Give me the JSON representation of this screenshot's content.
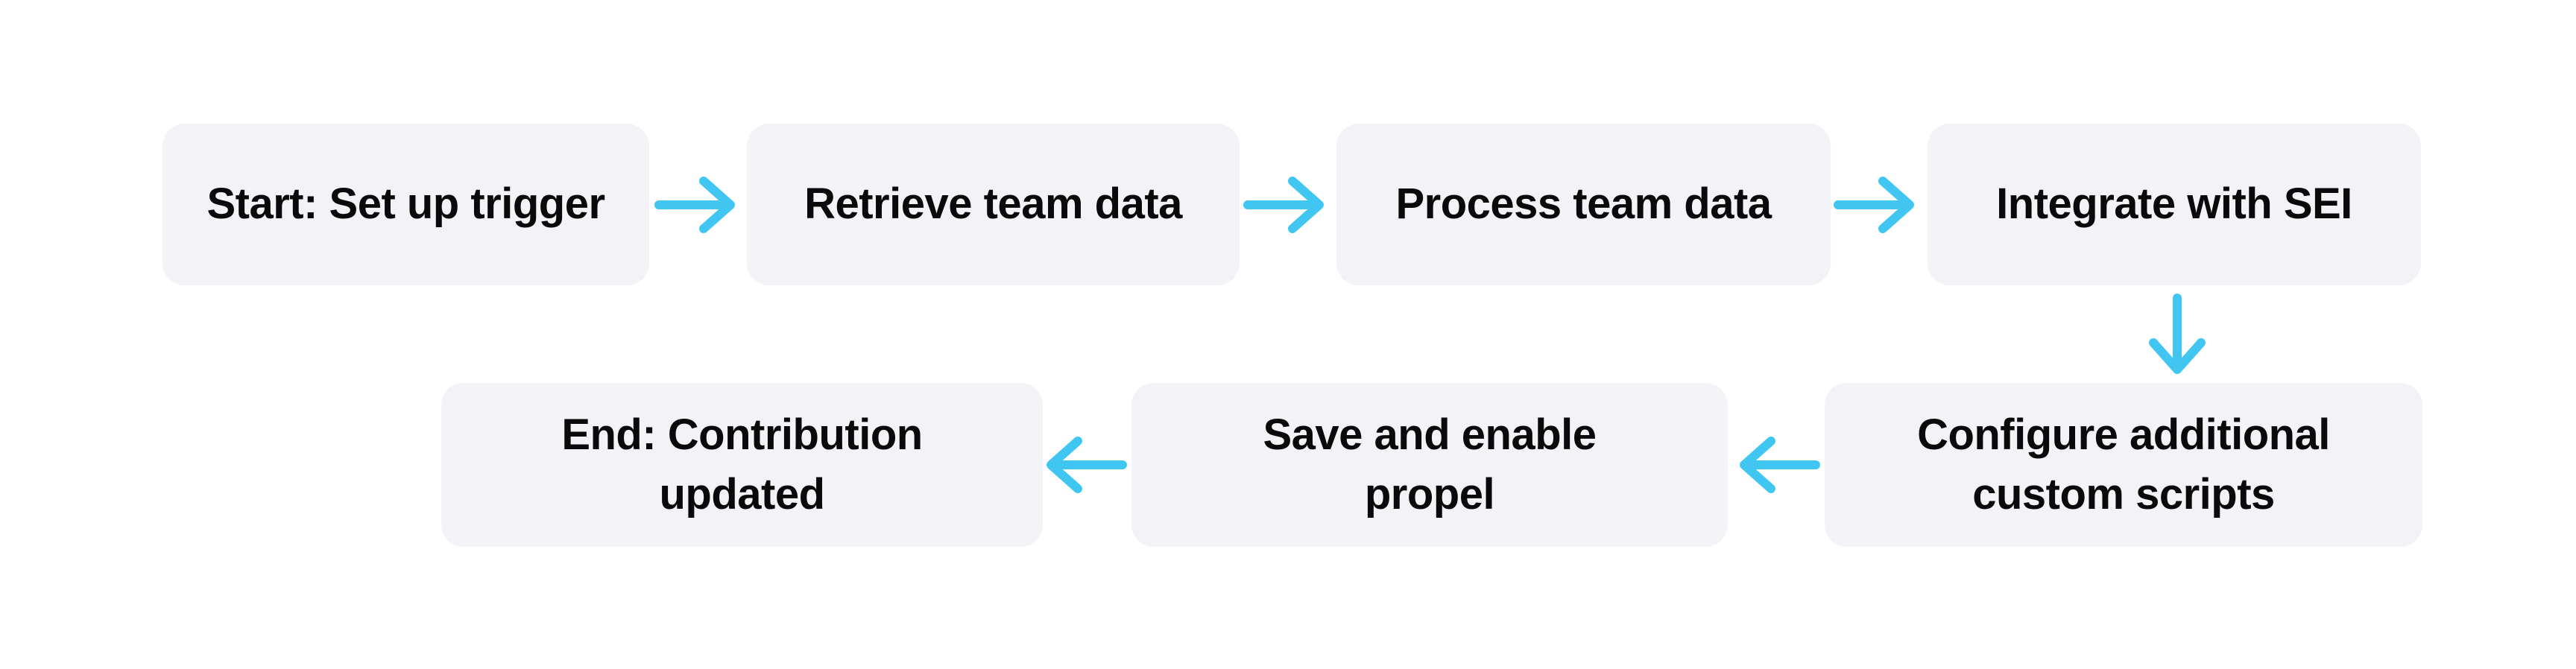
{
  "page": {
    "background_color": "#ffffff"
  },
  "diagram": {
    "type": "flowchart",
    "accent_color": "#41c6f2",
    "node_fill_color": "#f2f2f7",
    "text_color": "#0a0a0a",
    "nodes": [
      {
        "id": "start",
        "label": "Start: Set up trigger"
      },
      {
        "id": "retrieve",
        "label": "Retrieve team data"
      },
      {
        "id": "process",
        "label": "Process team data"
      },
      {
        "id": "integrate",
        "label": "Integrate with SEI"
      },
      {
        "id": "configure",
        "label": "Configure additional\ncustom scripts"
      },
      {
        "id": "save",
        "label": "Save and enable\npropel"
      },
      {
        "id": "end",
        "label": "End: Contribution\nupdated"
      }
    ],
    "edges": [
      {
        "from": "start",
        "to": "retrieve",
        "direction": "right"
      },
      {
        "from": "retrieve",
        "to": "process",
        "direction": "right"
      },
      {
        "from": "process",
        "to": "integrate",
        "direction": "right"
      },
      {
        "from": "integrate",
        "to": "configure",
        "direction": "down"
      },
      {
        "from": "configure",
        "to": "save",
        "direction": "left"
      },
      {
        "from": "save",
        "to": "end",
        "direction": "left"
      }
    ]
  }
}
